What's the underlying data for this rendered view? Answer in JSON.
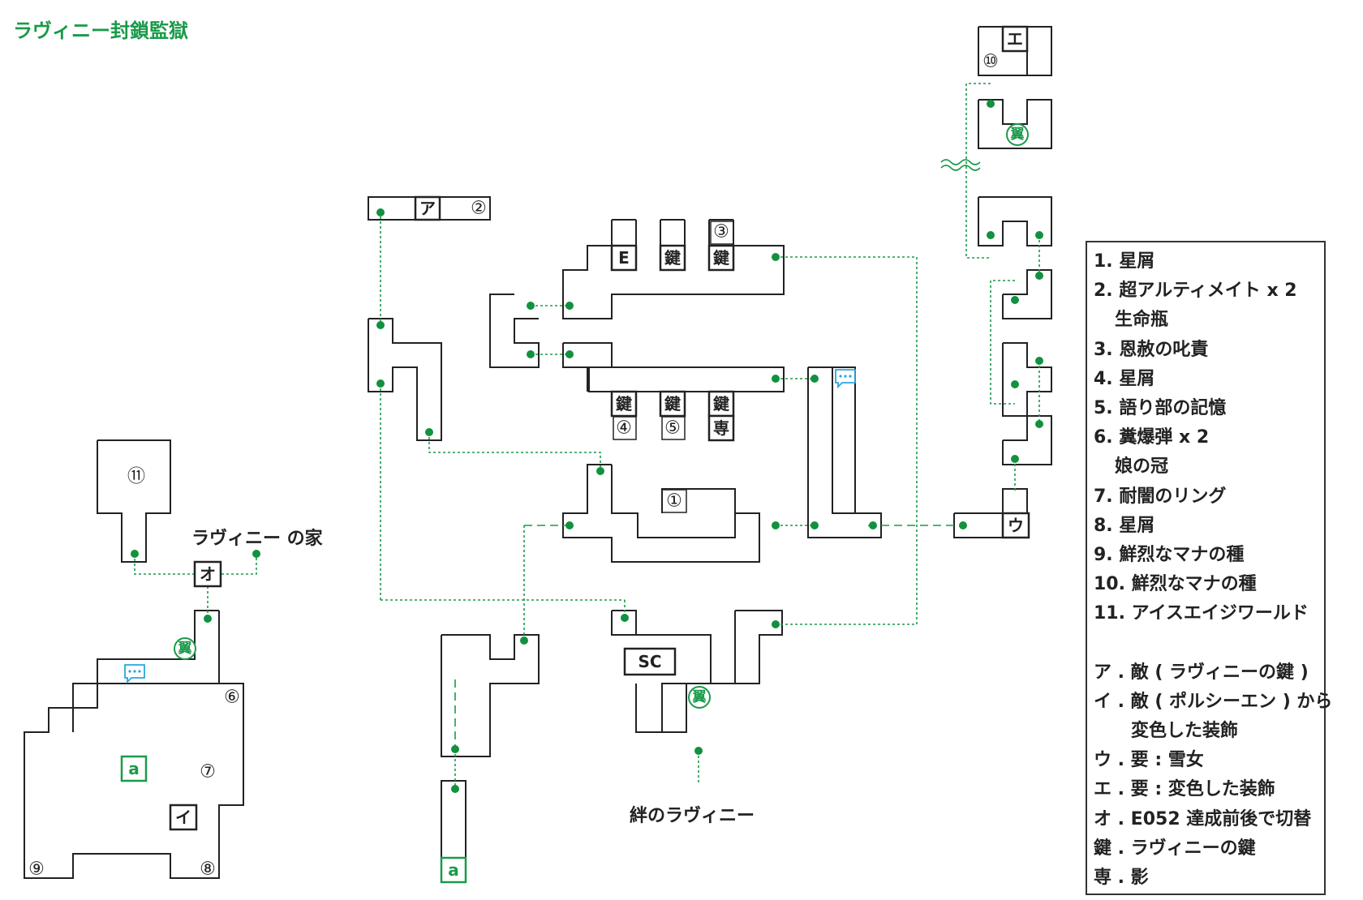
{
  "map_title": "ラヴィニー封鎖監獄",
  "labels": {
    "lavinie_house": "ラヴィニー の家",
    "kizuna_lavinie": "絆のラヴィニー"
  },
  "room_markers": {
    "a": "ア",
    "i": "イ",
    "u": "ウ",
    "e": "エ",
    "o": "オ",
    "enemy_e": "E",
    "key": "鍵",
    "sen": "専",
    "sc": "SC",
    "wing": "翼",
    "area_a": "a",
    "n1": "①",
    "n2": "②",
    "n3": "③",
    "n4": "④",
    "n5": "⑤",
    "n6": "⑥",
    "n7": "⑦",
    "n8": "⑧",
    "n9": "⑨",
    "n10": "⑩",
    "n11": "⑪"
  },
  "legend": {
    "items": [
      "1. 星屑",
      "2. 超アルティメイト x 2",
      "生命瓶",
      "3. 恩赦の叱責",
      "4. 星屑",
      "5. 語り部の記憶",
      "6. 糞爆弾 x 2",
      "娘の冠",
      "7. 耐闇のリング",
      "8. 星屑",
      "9. 鮮烈なマナの種",
      "10. 鮮烈なマナの種",
      "11. アイスエイジワールド",
      "",
      "ア . 敵 ( ラヴィニーの鍵 )",
      "イ . 敵 ( ポルシーエン ) から",
      "変色した装飾",
      "ウ . 要 : 雪女",
      "エ . 要 : 変色した装飾",
      "オ . E052 達成前後で切替",
      "鍵 . ラヴィニーの鍵",
      "専 . 影"
    ]
  },
  "colors": {
    "title": "#1a9a4a",
    "path": "#1a9a4a",
    "dot": "#12913f",
    "wall": "#222222",
    "speech": "#2aa6e0"
  }
}
